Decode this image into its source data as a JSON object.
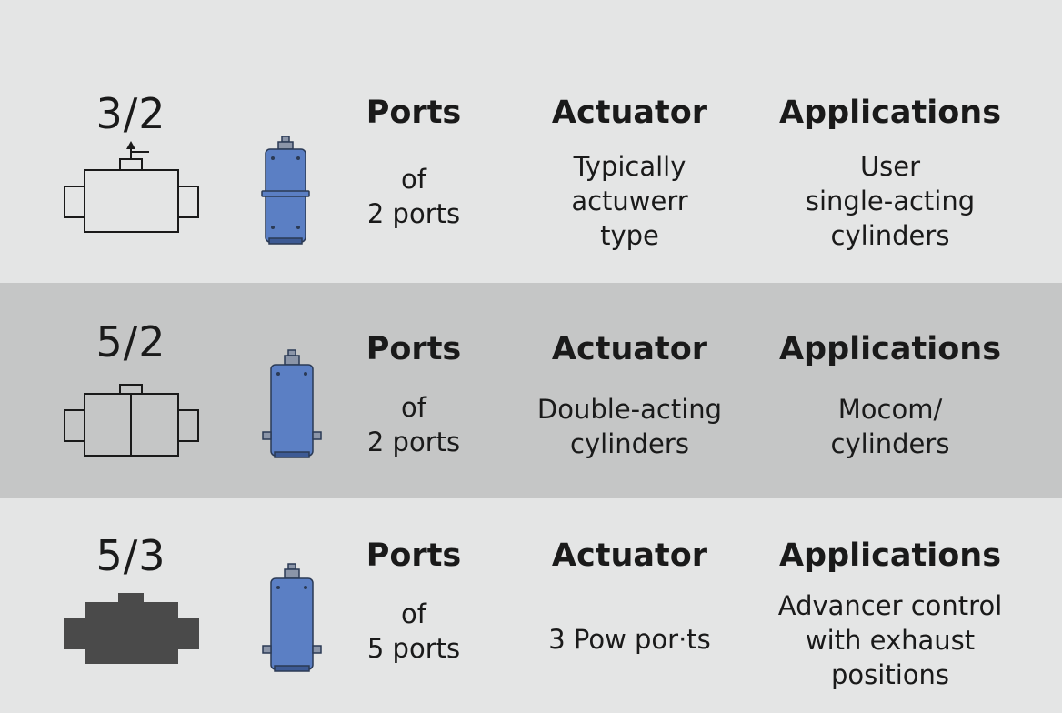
{
  "rows": [
    {
      "code": "3/2",
      "ports_heading": "Ports",
      "ports_lines": [
        "of",
        "2 ports"
      ],
      "actuator_heading": "Actuator",
      "actuator_lines": [
        "Typically",
        "actuwerr",
        "type"
      ],
      "applications_heading": "Applications",
      "applications_lines": [
        "User",
        "single-acting",
        "cylinders"
      ]
    },
    {
      "code": "5/2",
      "ports_heading": "Ports",
      "ports_lines": [
        "of",
        "2 ports"
      ],
      "actuator_heading": "Actuator",
      "actuator_lines": [
        "Double-acting",
        "cylinders"
      ],
      "applications_heading": "Applications",
      "applications_lines": [
        "Mocom/",
        "cylinders"
      ]
    },
    {
      "code": "5/3",
      "ports_heading": "Ports",
      "ports_lines": [
        "of",
        "5 ports"
      ],
      "actuator_heading": "Actuator",
      "actuator_lines": [
        "3 Pow por·ts"
      ],
      "applications_heading": "Applications",
      "applications_lines": [
        "Advancer control",
        "with exhaust",
        "positions"
      ]
    }
  ],
  "icons": {
    "row0_symbol": "valve-3-2-symbol-icon",
    "row1_symbol": "valve-5-2-symbol-icon",
    "row2_symbol": "valve-5-3-symbol-icon",
    "valve_body": "blue-valve-body-icon"
  },
  "colors": {
    "valve_blue": "#5b7fc4",
    "valve_outline": "#2b3a55",
    "symbol_dark": "#4a4a4a",
    "row_dark_band": "#c5c6c6",
    "row_light_band": "#e4e5e5"
  }
}
